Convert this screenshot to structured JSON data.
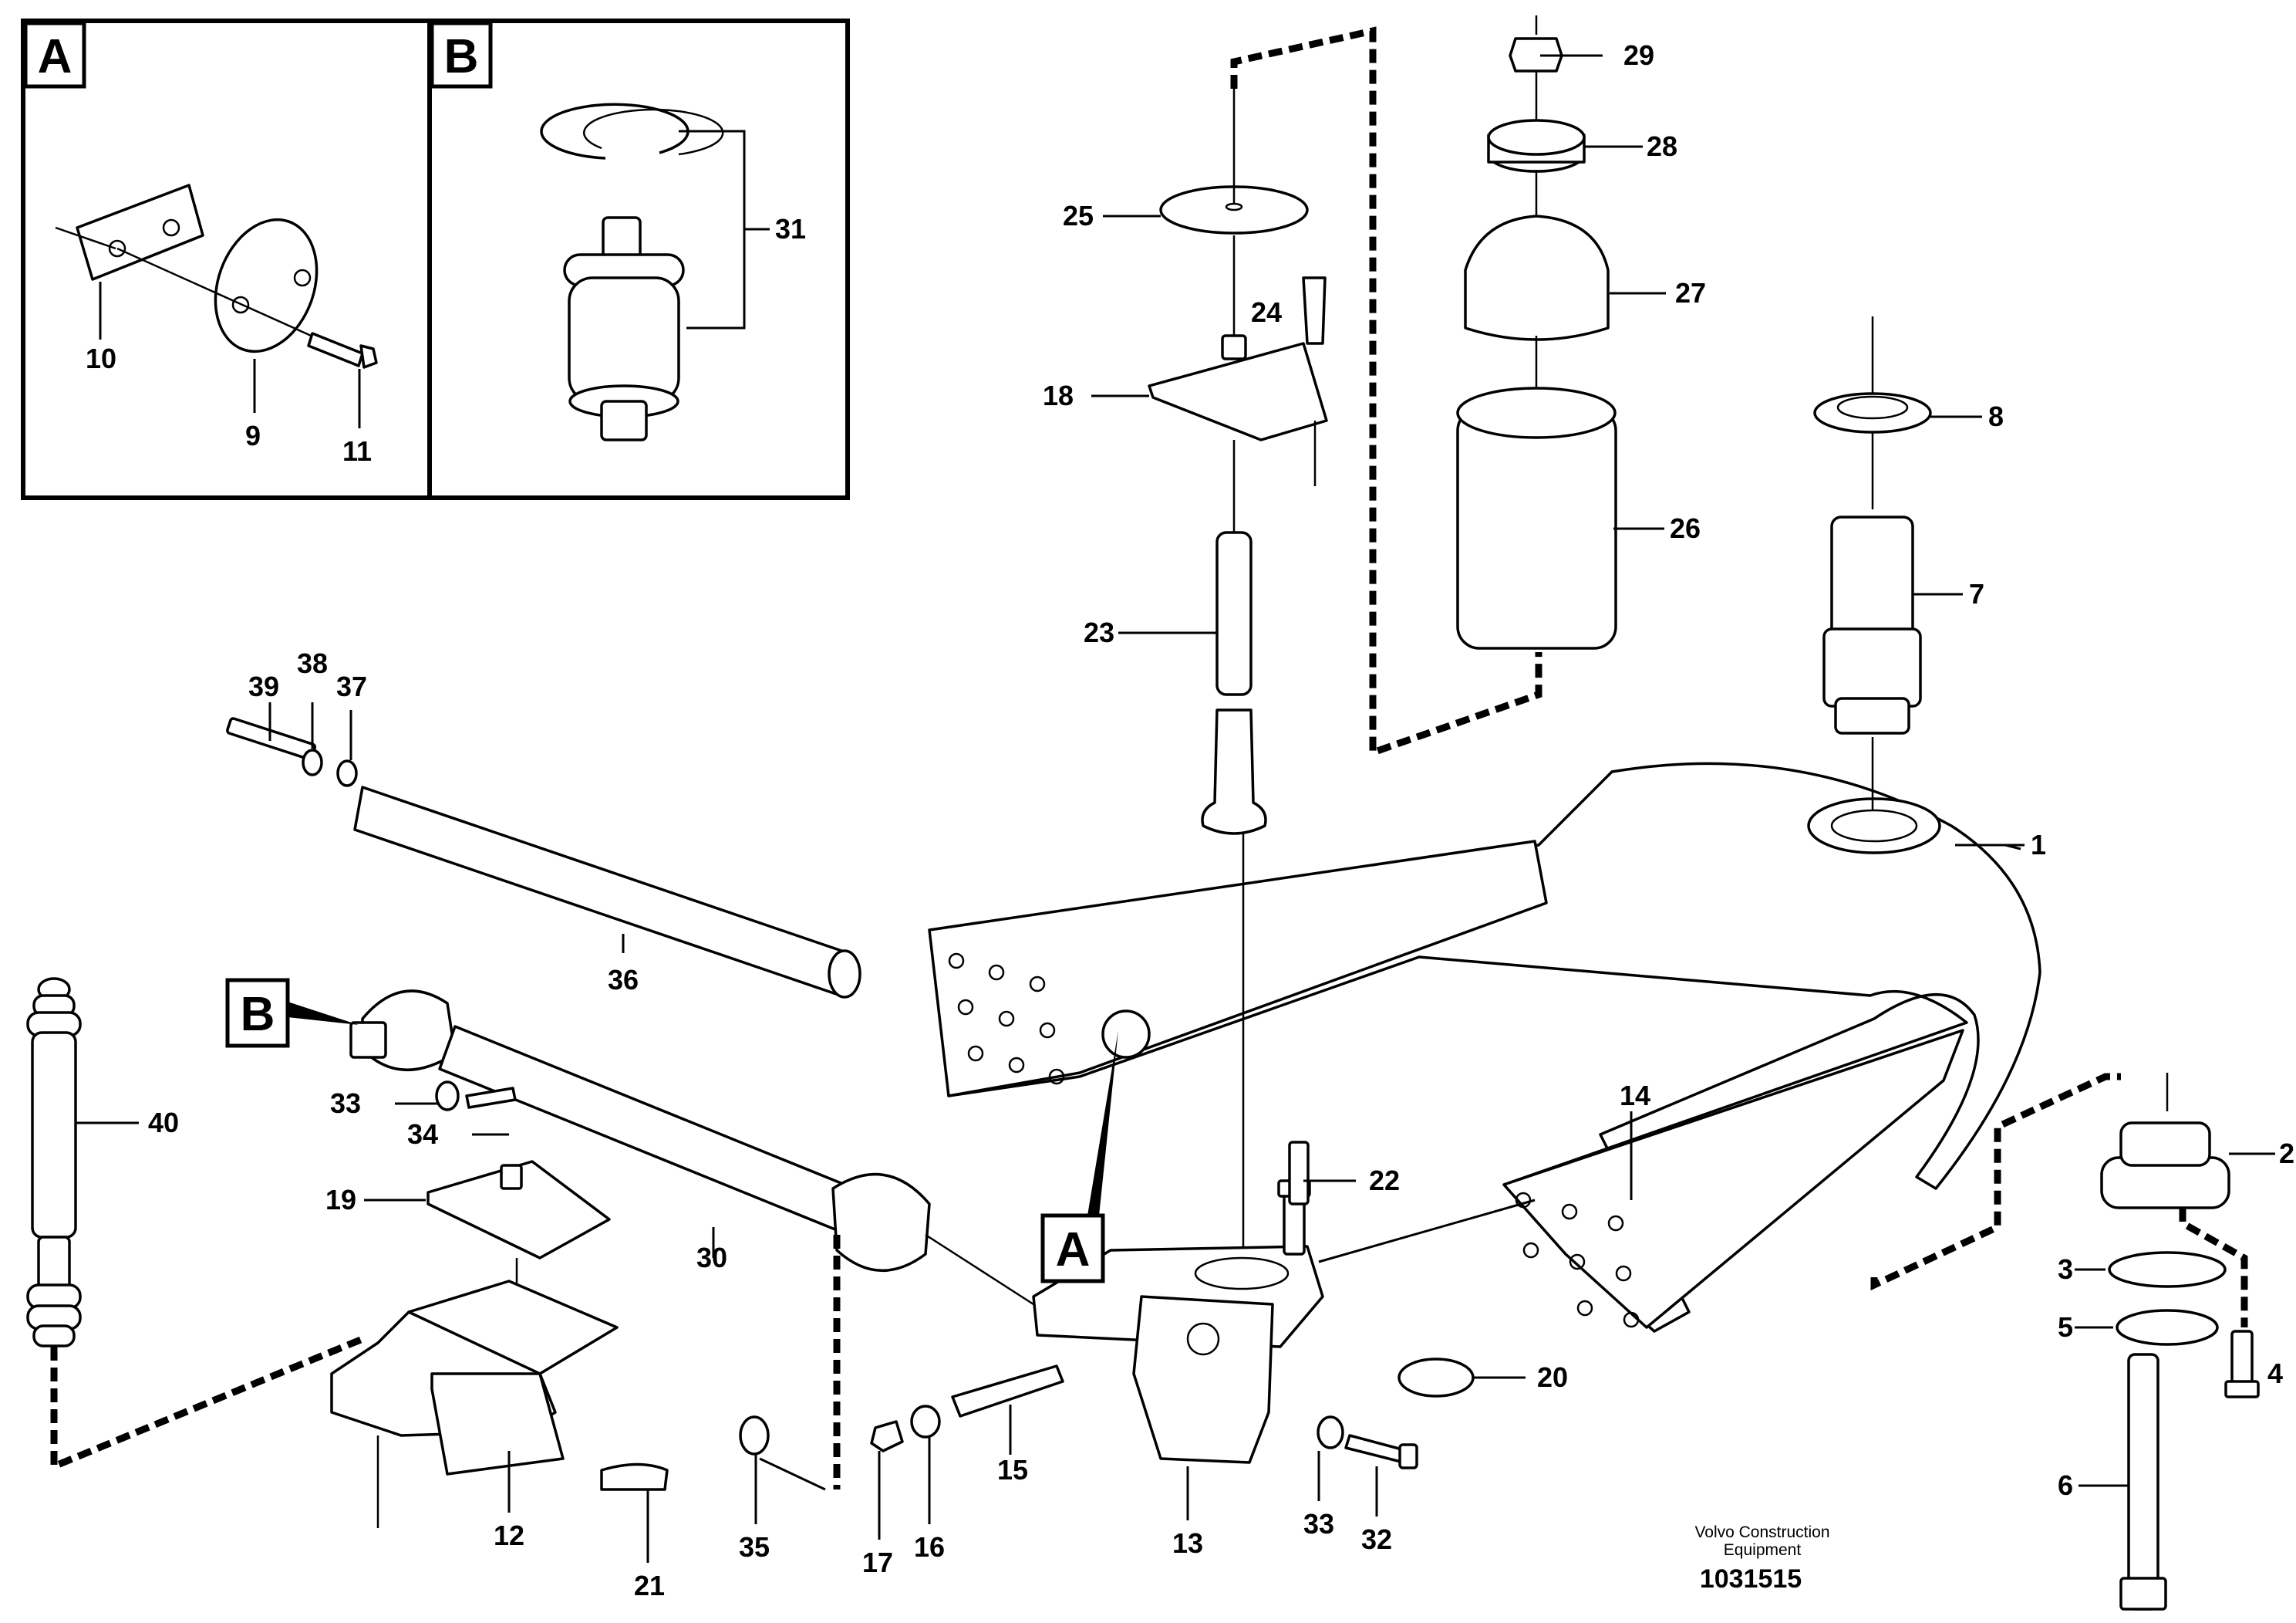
{
  "insets": {
    "a_letter": "A",
    "b_letter": "B"
  },
  "pointers": {
    "a_letter": "A",
    "b_letter": "B"
  },
  "callouts": {
    "c1": "1",
    "c2": "2",
    "c3": "3",
    "c4": "4",
    "c5": "5",
    "c6": "6",
    "c7": "7",
    "c8": "8",
    "c9": "9",
    "c10": "10",
    "c11": "11",
    "c12": "12",
    "c13": "13",
    "c14": "14",
    "c15": "15",
    "c16": "16",
    "c17": "17",
    "c18": "18",
    "c19": "19",
    "c20": "20",
    "c21": "21",
    "c22": "22",
    "c23": "23",
    "c24": "24",
    "c25": "25",
    "c26": "26",
    "c27": "27",
    "c28": "28",
    "c29": "29",
    "c30": "30",
    "c31": "31",
    "c32": "32",
    "c33a": "33",
    "c33b": "33",
    "c34": "34",
    "c35": "35",
    "c36": "36",
    "c37": "37",
    "c38": "38",
    "c39": "39",
    "c40": "40"
  },
  "footer": {
    "company_line1": "Volvo Construction",
    "company_line2": "Equipment",
    "doc_number": "1031515"
  }
}
